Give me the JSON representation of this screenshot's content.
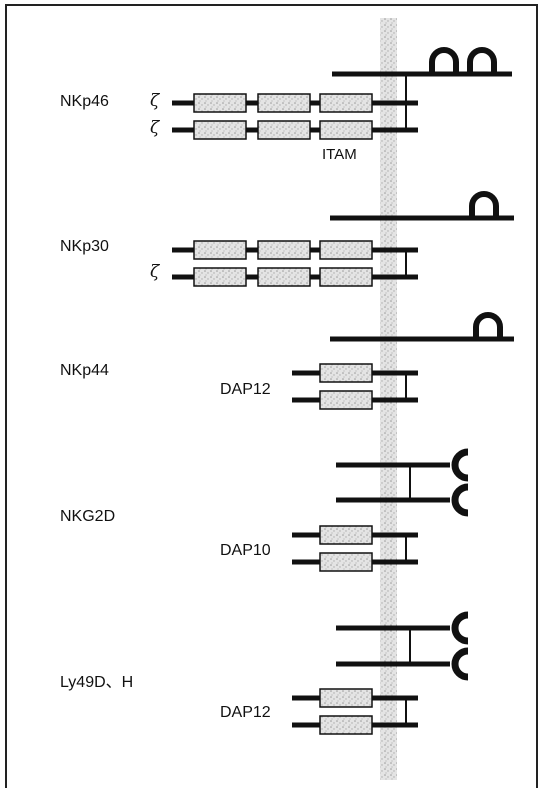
{
  "receptors": [
    {
      "name": "NKp46",
      "adaptor": "ζ"
    },
    {
      "name": "NKp30",
      "adaptor": "ζ"
    },
    {
      "name": "NKp44",
      "adaptor": "DAP12"
    },
    {
      "name": "NKG2D",
      "adaptor": "DAP10"
    },
    {
      "name": "Ly49D、H",
      "adaptor": "DAP12"
    }
  ],
  "motif_label": "ITAM",
  "colors": {
    "line": "#111111",
    "box_fill": "#d9d9d9",
    "membrane": "#d4d4d4"
  }
}
